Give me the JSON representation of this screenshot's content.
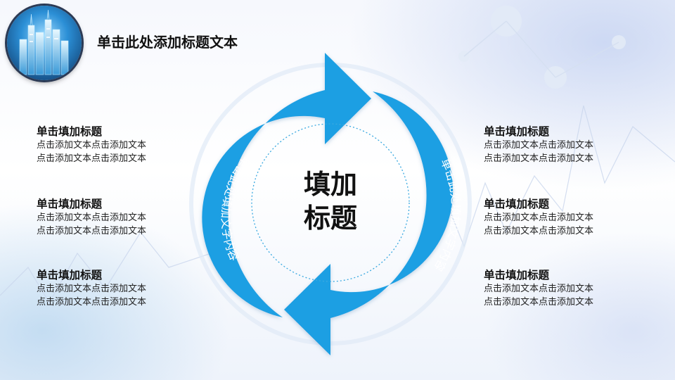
{
  "slide": {
    "title": "单击此处添加标题文本",
    "center_title": [
      "填加",
      "标题"
    ],
    "arc_left_text": "单击此处填加文字内容",
    "arc_right_text": "单击此处填加文字内容"
  },
  "left_blocks": [
    {
      "title": "单击填加标题",
      "lines": [
        "点击添加文本点击添加文本",
        "点击添加文本点击添加文本"
      ]
    },
    {
      "title": "单击填加标题",
      "lines": [
        "点击添加文本点击添加文本",
        "点击添加文本点击添加文本"
      ]
    },
    {
      "title": "单击填加标题",
      "lines": [
        "点击添加文本点击添加文本",
        "点击添加文本点击添加文本"
      ]
    }
  ],
  "right_blocks": [
    {
      "title": "单击填加标题",
      "lines": [
        "点击添加文本点击添加文本",
        "点击添加文本点击添加文本"
      ]
    },
    {
      "title": "单击填加标题",
      "lines": [
        "点击添加文本点击添加文本",
        "点击添加文本点击添加文本"
      ]
    },
    {
      "title": "单击填加标题",
      "lines": [
        "点击添加文本点击添加文本",
        "点击添加文本点击添加文本"
      ]
    }
  ],
  "colors": {
    "arrow": "#1a9fe3",
    "arrow_shadow": "#c9dcee",
    "dotted_ring": "#3aa9e0",
    "title_text": "#111111"
  },
  "icons": [
    "city-logo-icon"
  ]
}
